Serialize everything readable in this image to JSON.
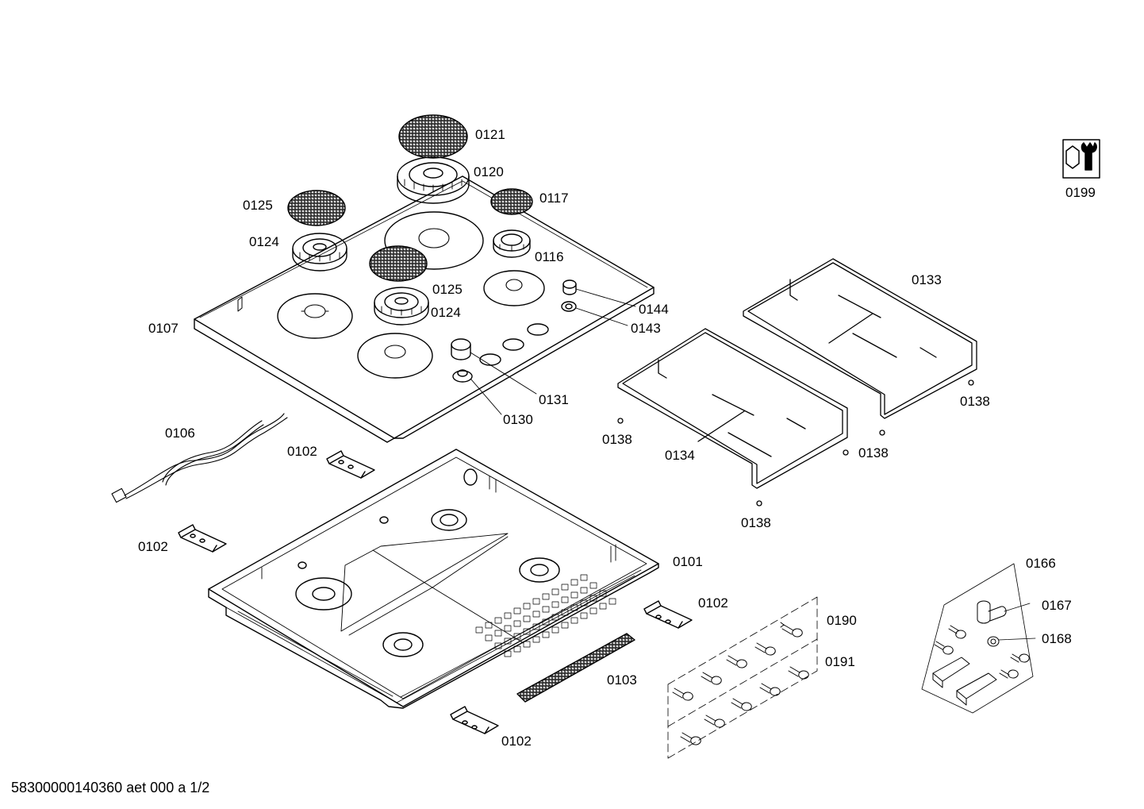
{
  "document_ref": "58300000140360 aet 000 a 1/2",
  "colors": {
    "line": "#000000",
    "background": "#ffffff",
    "mesh": "#c8c8c8"
  },
  "icons": {
    "service_tool": "wrench-nut-icon"
  },
  "parts": [
    {
      "id": "0121",
      "name": "burner-cap-large"
    },
    {
      "id": "0120",
      "name": "burner-head-large"
    },
    {
      "id": "0117",
      "name": "burner-cap-small"
    },
    {
      "id": "0125",
      "name": "burner-cap-medium"
    },
    {
      "id": "0124",
      "name": "burner-head-medium"
    },
    {
      "id": "0116",
      "name": "burner-head-small"
    },
    {
      "id": "0107",
      "name": "hob-top-plate"
    },
    {
      "id": "0144",
      "name": "knob-spindle"
    },
    {
      "id": "0143",
      "name": "knob-washer"
    },
    {
      "id": "0131",
      "name": "control-knob"
    },
    {
      "id": "0130",
      "name": "knob-seal"
    },
    {
      "id": "0133",
      "name": "pan-support-right"
    },
    {
      "id": "0134",
      "name": "pan-support-left"
    },
    {
      "id": "0138",
      "name": "rubber-foot"
    },
    {
      "id": "0106",
      "name": "ignition-cable"
    },
    {
      "id": "0102",
      "name": "mounting-bracket"
    },
    {
      "id": "0101",
      "name": "hob-base-tray"
    },
    {
      "id": "0103",
      "name": "seal-strip"
    },
    {
      "id": "0190",
      "name": "screw-set-a"
    },
    {
      "id": "0191",
      "name": "screw-set-b"
    },
    {
      "id": "0166",
      "name": "gas-connection-kit"
    },
    {
      "id": "0167",
      "name": "gas-elbow-connector"
    },
    {
      "id": "0168",
      "name": "gas-seal-ring"
    },
    {
      "id": "0199",
      "name": "service-tool"
    }
  ]
}
